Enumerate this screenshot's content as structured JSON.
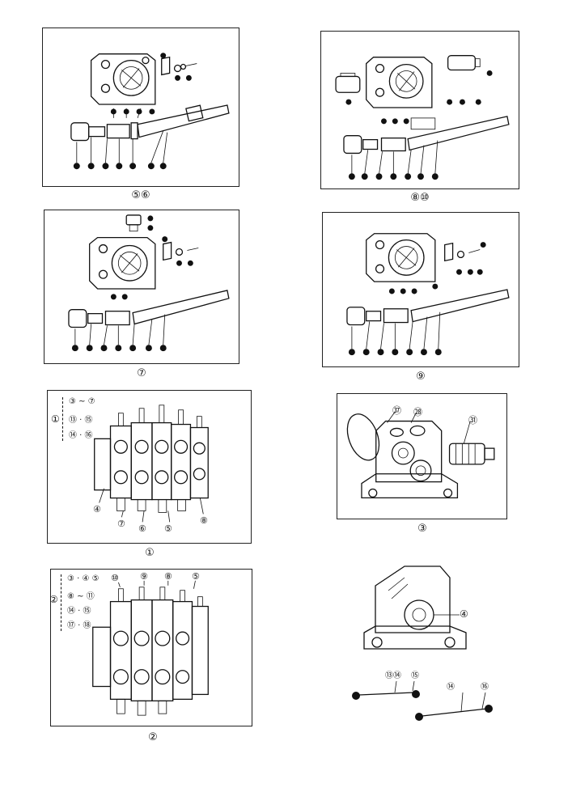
{
  "figures": [
    {
      "id": "fig-5-6",
      "caption": "⑤⑥"
    },
    {
      "id": "fig-8-10",
      "caption": "⑧⑩"
    },
    {
      "id": "fig-7",
      "caption": "⑦"
    },
    {
      "id": "fig-9",
      "caption": "⑨"
    },
    {
      "id": "fig-1",
      "caption": "①",
      "group_number": "①",
      "group_items": [
        "③ ~ ⑦",
        "⑬ · ⑮",
        "⑭ · ⑯"
      ]
    },
    {
      "id": "fig-3",
      "caption": "③"
    },
    {
      "id": "fig-2",
      "caption": "②",
      "group_number": "②",
      "group_items": [
        "③ · ④ ⑤",
        "⑧ ~ ⑪",
        "⑭ · ⑮",
        "⑰ · ⑱"
      ]
    },
    {
      "id": "fig-4",
      "caption": "④"
    }
  ],
  "callouts": {
    "fig1": [
      "④",
      "⑦",
      "⑥",
      "⑤",
      "⑧"
    ],
    "fig2": [
      "⑩",
      "⑨",
      "⑧",
      "⑤"
    ],
    "fig3": [
      "㊲",
      "㉘",
      "㉛"
    ],
    "fig4": [
      "④"
    ],
    "fig4_bolts": [
      "⑬⑭",
      "⑮",
      "⑭",
      "⑯"
    ]
  }
}
